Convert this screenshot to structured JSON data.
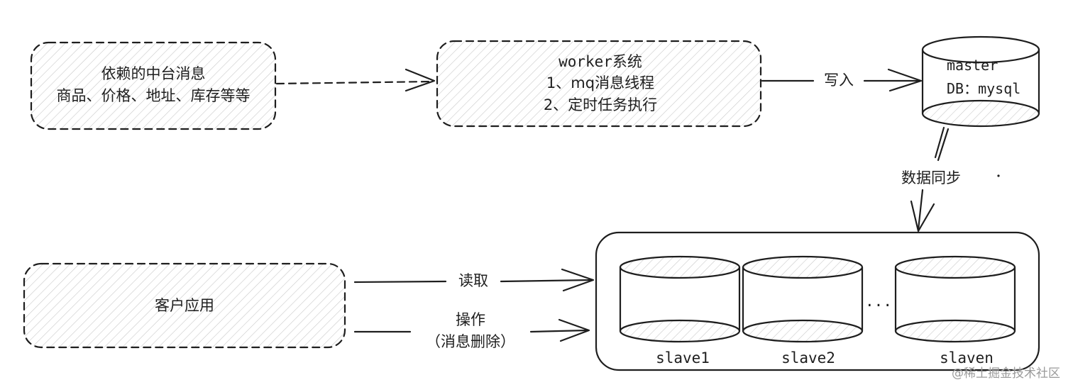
{
  "nodes": {
    "dependency": {
      "line1": "依赖的中台消息",
      "line2": "商品、价格、地址、库存等等"
    },
    "worker": {
      "line1": "worker系统",
      "line2": "1、mq消息线程",
      "line3": "2、定时任务执行"
    },
    "master": {
      "line1": "master",
      "line2": "DB：mysql"
    },
    "client": {
      "label": "客户应用"
    },
    "slaves": [
      {
        "label": "slave1"
      },
      {
        "label": "slave2"
      },
      {
        "label": "slaven"
      }
    ],
    "ellipsis": "..."
  },
  "edges": {
    "write": "写入",
    "sync": "数据同步",
    "read": "读取",
    "operate_line1": "操作",
    "operate_line2": "（消息删除）"
  },
  "watermark": "@稀土掘金技术社区"
}
